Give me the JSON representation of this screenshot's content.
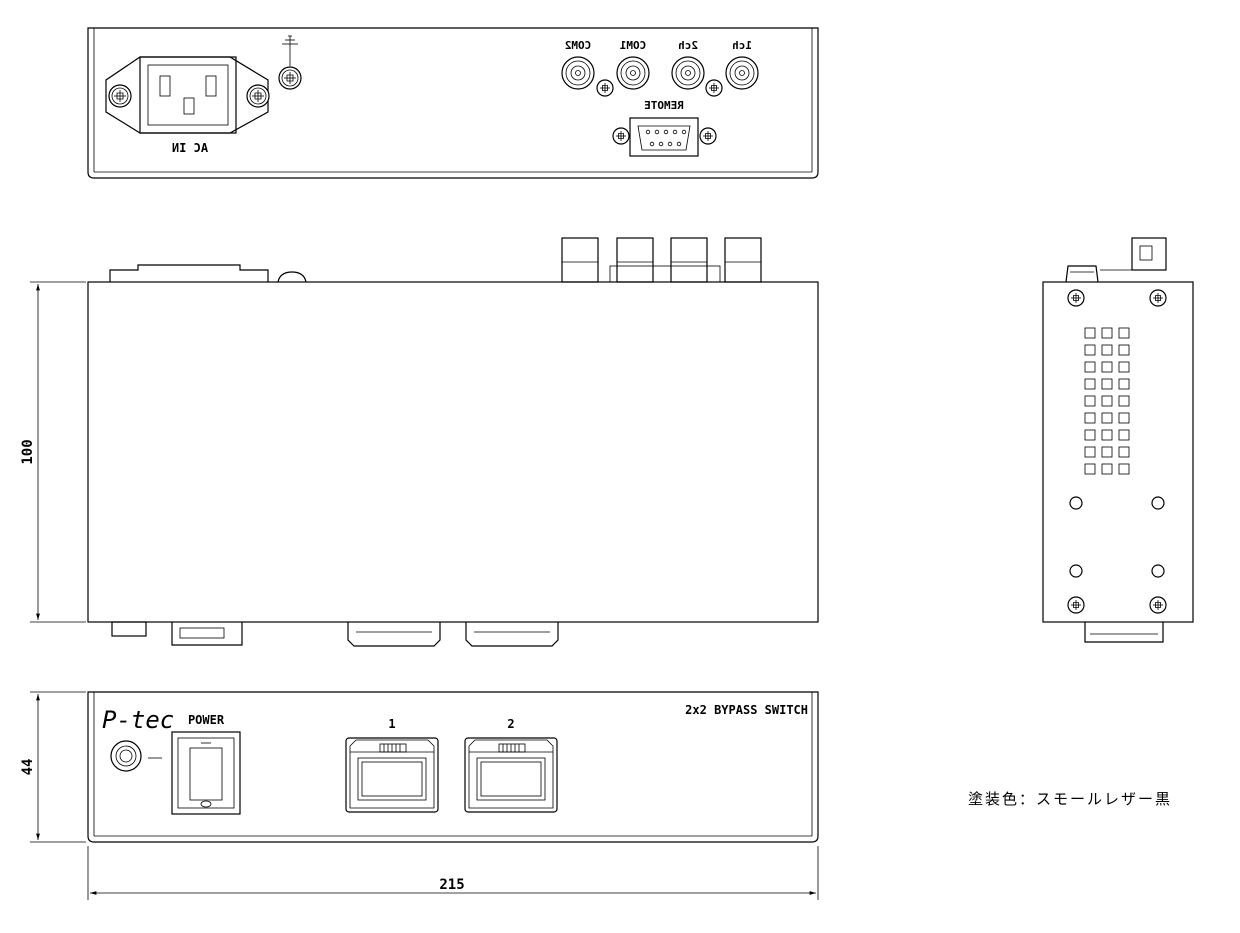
{
  "rear_view": {
    "ac_in_label": "AC IN",
    "connectors": [
      "COM2",
      "COM1",
      "2ch",
      "1ch"
    ],
    "remote_label": "REMOTE"
  },
  "front_view": {
    "logo_text": "P-tec",
    "power_label": "POWER",
    "port_labels": [
      "1",
      "2"
    ],
    "product_title": "2x2 BYPASS SWITCH"
  },
  "dimensions": {
    "width": "215",
    "height": "44",
    "depth": "100"
  },
  "notes": {
    "paint_color": "塗装色：スモールレザー黒"
  }
}
